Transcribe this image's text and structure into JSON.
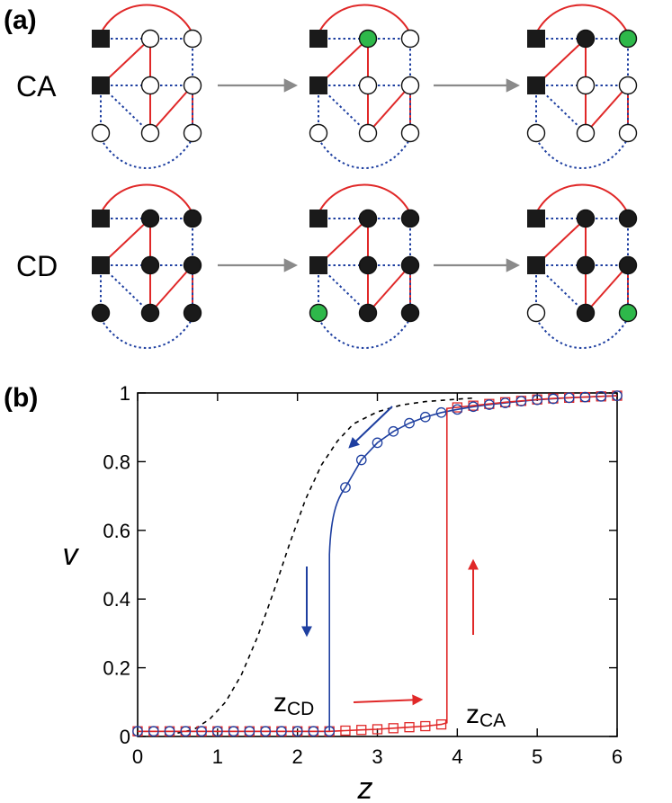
{
  "panel_a": {
    "label": "(a)",
    "rows": [
      {
        "label": "CA",
        "stages": [
          {
            "fills": [
              "white",
              "white",
              "white",
              "white",
              "white",
              "white",
              "white"
            ]
          },
          {
            "fills": [
              "green",
              "white",
              "white",
              "white",
              "white",
              "white",
              "white"
            ]
          },
          {
            "fills": [
              "black",
              "green",
              "white",
              "white",
              "white",
              "white",
              "white"
            ]
          }
        ]
      },
      {
        "label": "CD",
        "stages": [
          {
            "fills": [
              "black",
              "black",
              "black",
              "black",
              "black",
              "black",
              "black"
            ]
          },
          {
            "fills": [
              "black",
              "black",
              "black",
              "black",
              "green",
              "black",
              "black"
            ]
          },
          {
            "fills": [
              "black",
              "black",
              "black",
              "black",
              "white",
              "black",
              "green"
            ]
          }
        ]
      }
    ]
  },
  "panel_b": {
    "label": "(b)",
    "xlabel": "z",
    "ylabel": "v",
    "xticks": [
      "0",
      "1",
      "2",
      "3",
      "4",
      "5",
      "6"
    ],
    "yticks": [
      "0",
      "0.2",
      "0.4",
      "0.6",
      "0.8",
      "1"
    ],
    "annotations": {
      "zcd_main": "z",
      "zcd_sub": "CD",
      "zca_main": "z",
      "zca_sub": "CA"
    }
  },
  "chart_data": {
    "type": "line",
    "xlim": [
      0,
      6
    ],
    "ylim": [
      0,
      1
    ],
    "grid": false,
    "series": [
      {
        "style": "dashed",
        "color": "#000000",
        "x": [
          0.5,
          0.7,
          0.9,
          1.1,
          1.3,
          1.5,
          1.7,
          1.9,
          2.1,
          2.3,
          2.5,
          2.7,
          3.0,
          3.3,
          3.6,
          4.0,
          4.2
        ],
        "values": [
          0.01,
          0.02,
          0.05,
          0.1,
          0.18,
          0.29,
          0.42,
          0.56,
          0.69,
          0.79,
          0.86,
          0.91,
          0.945,
          0.965,
          0.975,
          0.982,
          0.985
        ]
      },
      {
        "style": "solid-markers",
        "marker": "circle",
        "color": "#1e3fa0",
        "x": [
          0,
          0.2,
          0.4,
          0.6,
          0.8,
          1.0,
          1.2,
          1.4,
          1.6,
          1.8,
          2.0,
          2.2,
          2.4,
          2.6,
          2.8,
          3.0,
          3.2,
          3.4,
          3.6,
          3.8,
          4.0,
          4.2,
          4.4,
          4.6,
          4.8,
          5.0,
          5.2,
          5.4,
          5.6,
          5.8,
          6.0
        ],
        "values": [
          0.015,
          0.015,
          0.015,
          0.015,
          0.015,
          0.015,
          0.015,
          0.015,
          0.015,
          0.015,
          0.015,
          0.015,
          0.015,
          0.725,
          0.805,
          0.855,
          0.888,
          0.912,
          0.93,
          0.943,
          0.952,
          0.96,
          0.966,
          0.971,
          0.976,
          0.98,
          0.983,
          0.986,
          0.988,
          0.99,
          0.992
        ]
      },
      {
        "style": "solid-markers",
        "marker": "square",
        "color": "#e02828",
        "x": [
          0,
          0.2,
          0.4,
          0.6,
          0.8,
          1.0,
          1.2,
          1.4,
          1.6,
          1.8,
          2.0,
          2.2,
          2.4,
          2.6,
          2.8,
          3.0,
          3.2,
          3.4,
          3.6,
          3.8,
          4.0,
          4.2,
          4.4,
          4.6,
          4.8,
          5.0,
          5.2,
          5.4,
          5.6,
          5.8,
          6.0
        ],
        "values": [
          0.015,
          0.015,
          0.015,
          0.015,
          0.015,
          0.015,
          0.015,
          0.015,
          0.015,
          0.015,
          0.015,
          0.015,
          0.015,
          0.017,
          0.019,
          0.021,
          0.024,
          0.027,
          0.03,
          0.035,
          0.958,
          0.963,
          0.968,
          0.973,
          0.977,
          0.981,
          0.984,
          0.986,
          0.988,
          0.99,
          0.992
        ]
      }
    ]
  }
}
